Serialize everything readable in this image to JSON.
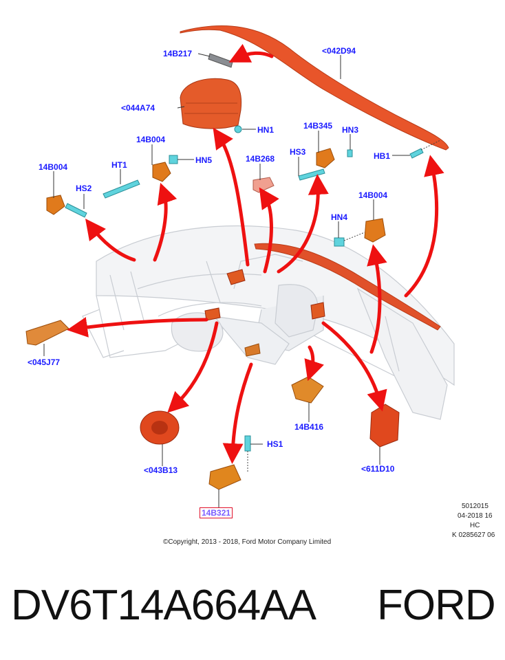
{
  "labels": {
    "l_14b217": "14B217",
    "l_042d94": "<042D94",
    "l_044a74": "<044A74",
    "l_hn1": "HN1",
    "l_14b345": "14B345",
    "l_hn3": "HN3",
    "l_hs3": "HS3",
    "l_hb1": "HB1",
    "l_14b004_a": "14B004",
    "l_hn5": "HN5",
    "l_ht1": "HT1",
    "l_14b268": "14B268",
    "l_14b004_b": "14B004",
    "l_hs2": "HS2",
    "l_14b004_c": "14B004",
    "l_hn4": "HN4",
    "l_045j77": "<045J77",
    "l_14b416": "14B416",
    "l_hs1": "HS1",
    "l_043b13": "<043B13",
    "l_611d10": "<611D10",
    "l_14b321": "14B321"
  },
  "meta_block": {
    "line1": "5012015",
    "line2": "04-2018 16",
    "line3": "HC",
    "line4": "K 0285627 06"
  },
  "copyright": "©Copyright, 2013 - 2018, Ford Motor Company Limited",
  "part_number": "DV6T14A664AA",
  "brand": "FORD",
  "colors": {
    "label_blue": "#1a1aff",
    "arrow_red": "#ee1111",
    "part_orange": "#e0741a",
    "airbag_red": "#e0481e",
    "fastener_cyan": "#5fd3dd",
    "highlight_box": "#e0102a"
  }
}
